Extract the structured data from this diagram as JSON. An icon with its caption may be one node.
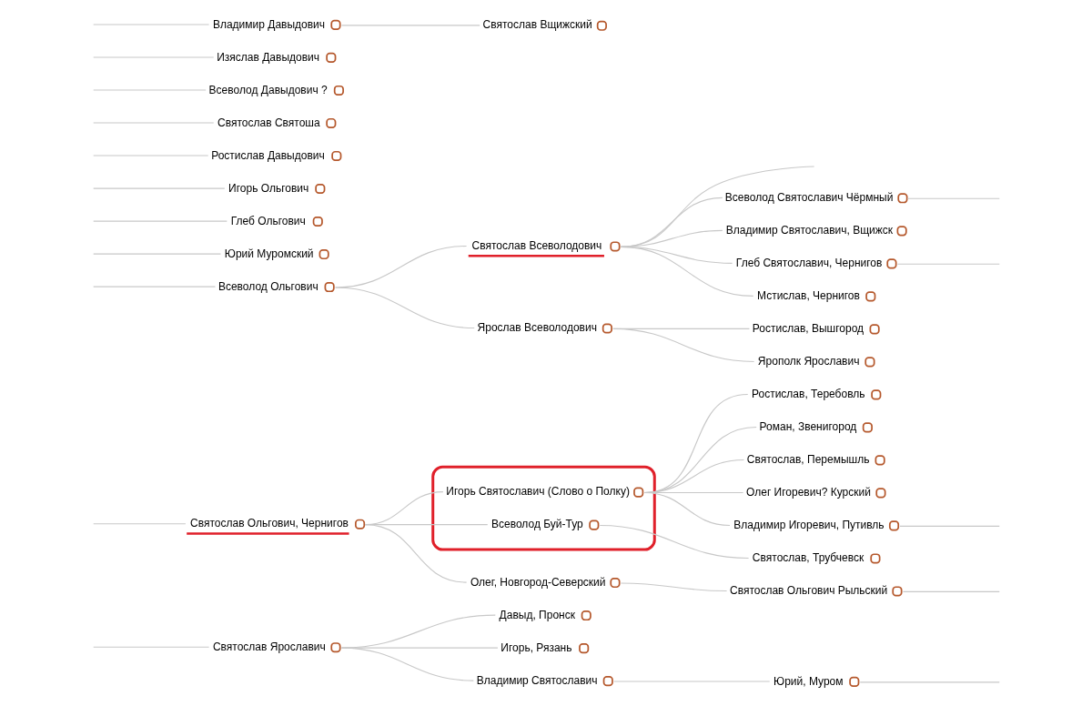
{
  "diagram": {
    "nodes": [
      {
        "text": [
          "Владимир Давыдович"
        ]
      },
      {
        "text": [
          "Изяслав Давыдович"
        ]
      },
      {
        "text": [
          "Всеволод Давыдович ?"
        ]
      },
      {
        "text": [
          "Святослав Святоша"
        ]
      },
      {
        "text": [
          "Ростислав Давыдович"
        ]
      },
      {
        "text": [
          "Всеволод Ольгович"
        ]
      },
      {
        "text": [
          "Игорь Ольгович"
        ]
      },
      {
        "text": [
          "Глеб Ольгович"
        ]
      },
      {
        "text": [
          "Святослав Ольгович, Чернигов"
        ]
      },
      {
        "text": [
          "Юрий Муромский"
        ]
      },
      {
        "text": [
          "Святослав Ярославич"
        ]
      },
      {
        "text": [
          "Святослав Вщижский"
        ]
      },
      {
        "text": [
          "Святослав Всеволодович"
        ]
      },
      {
        "text": [
          "Ярослав Всеволодович"
        ]
      },
      {
        "text": [
          "Олег, Новгород-Северский"
        ]
      },
      {
        "text": [],
        "shape": "ellipse"
      },
      {
        "text": [
          "Игорь Святославич (Слово о Полку)"
        ],
        "in": 15
      },
      {
        "text": [
          "Всеволод Буй-Тур"
        ],
        "in": 15
      },
      {
        "text": [
          "Давыд, Пронск"
        ]
      },
      {
        "text": [
          "Игорь, Рязань"
        ]
      },
      {
        "text": [
          "Владимир Святославич"
        ]
      },
      {
        "text": [
          "Всеволод Святославич Чёрмный"
        ]
      },
      {
        "text": [
          "Владимир Святославич, Вщижск"
        ]
      },
      {
        "text": [
          "Глеб Святославич, Чернигов"
        ]
      },
      {
        "text": [
          "Мстислав, Чернигов"
        ]
      },
      {
        "text": [
          "Ростислав, Вышгород"
        ]
      },
      {
        "text": [
          "Ярополк Ярославич"
        ]
      },
      {
        "text": [
          "Святослав Ольгович Рыльский"
        ]
      },
      {
        "text": [
          "Владимир Игоревич, Путивль"
        ]
      },
      {
        "text": [
          "Олег Игоревич? Курский"
        ]
      },
      {
        "text": [
          "Святослав, Перемышль"
        ]
      },
      {
        "text": [
          "Роман, Звенигород"
        ]
      },
      {
        "text": [
          "Ростислав, Теребовль"
        ]
      },
      {
        "text": [
          "Святослав, Трубчевск"
        ]
      },
      {
        "text": [
          "Юрий, Муром"
        ]
      }
    ],
    "edges": [
      {
        "from": null,
        "to": 0,
        "arrow": "none"
      },
      {
        "from": null,
        "to": 1,
        "arrow": "none"
      },
      {
        "from": null,
        "to": 2,
        "arrow": "none"
      },
      {
        "from": null,
        "to": 3,
        "arrow": "none"
      },
      {
        "from": null,
        "to": 4,
        "arrow": "none"
      },
      {
        "from": null,
        "to": 5,
        "arrow": "none"
      },
      {
        "from": null,
        "to": 6,
        "arrow": "none"
      },
      {
        "from": null,
        "to": 7,
        "arrow": "none"
      },
      {
        "from": null,
        "to": 8,
        "arrow": "none"
      },
      {
        "from": null,
        "to": 9,
        "arrow": "none"
      },
      {
        "from": null,
        "to": 10,
        "arrow": "none"
      },
      {
        "from": 0,
        "to": 11,
        "arrow": "none"
      },
      {
        "from": 5,
        "to": 12,
        "arrow": "none"
      },
      {
        "from": 5,
        "to": 13,
        "arrow": "none"
      },
      {
        "from": 8,
        "to": 14,
        "arrow": "none"
      },
      {
        "from": 8,
        "to": 16,
        "arrow": "none"
      },
      {
        "from": 8,
        "to": 17,
        "arrow": "none"
      },
      {
        "from": 10,
        "to": 18,
        "arrow": "none"
      },
      {
        "from": 10,
        "to": 19,
        "arrow": "none"
      },
      {
        "from": 10,
        "to": 20,
        "arrow": "none"
      },
      {
        "from": 12,
        "to": null,
        "arrow": "none"
      },
      {
        "from": 12,
        "to": 21,
        "arrow": "none"
      },
      {
        "from": 12,
        "to": 22,
        "arrow": "none"
      },
      {
        "from": 12,
        "to": 23,
        "arrow": "none"
      },
      {
        "from": 12,
        "to": 24,
        "arrow": "none"
      },
      {
        "from": 13,
        "to": 25,
        "arrow": "none"
      },
      {
        "from": 13,
        "to": 26,
        "arrow": "none"
      },
      {
        "from": 14,
        "to": 27,
        "arrow": "none"
      },
      {
        "from": 16,
        "to": 28,
        "arrow": "none"
      },
      {
        "from": 16,
        "to": 29,
        "arrow": "none"
      },
      {
        "from": 16,
        "to": 30,
        "arrow": "none"
      },
      {
        "from": 16,
        "to": 31,
        "arrow": "none"
      },
      {
        "from": 16,
        "to": 32,
        "arrow": "none"
      },
      {
        "from": 17,
        "to": 33,
        "arrow": "none"
      },
      {
        "from": 20,
        "to": 34,
        "arrow": "none"
      },
      {
        "from": 21,
        "to": null,
        "arrow": "none"
      },
      {
        "from": 23,
        "to": null,
        "arrow": "none"
      },
      {
        "from": 27,
        "to": null,
        "arrow": "none"
      },
      {
        "from": 28,
        "to": null,
        "arrow": "none"
      },
      {
        "from": 34,
        "to": null,
        "arrow": "none"
      }
    ]
  }
}
